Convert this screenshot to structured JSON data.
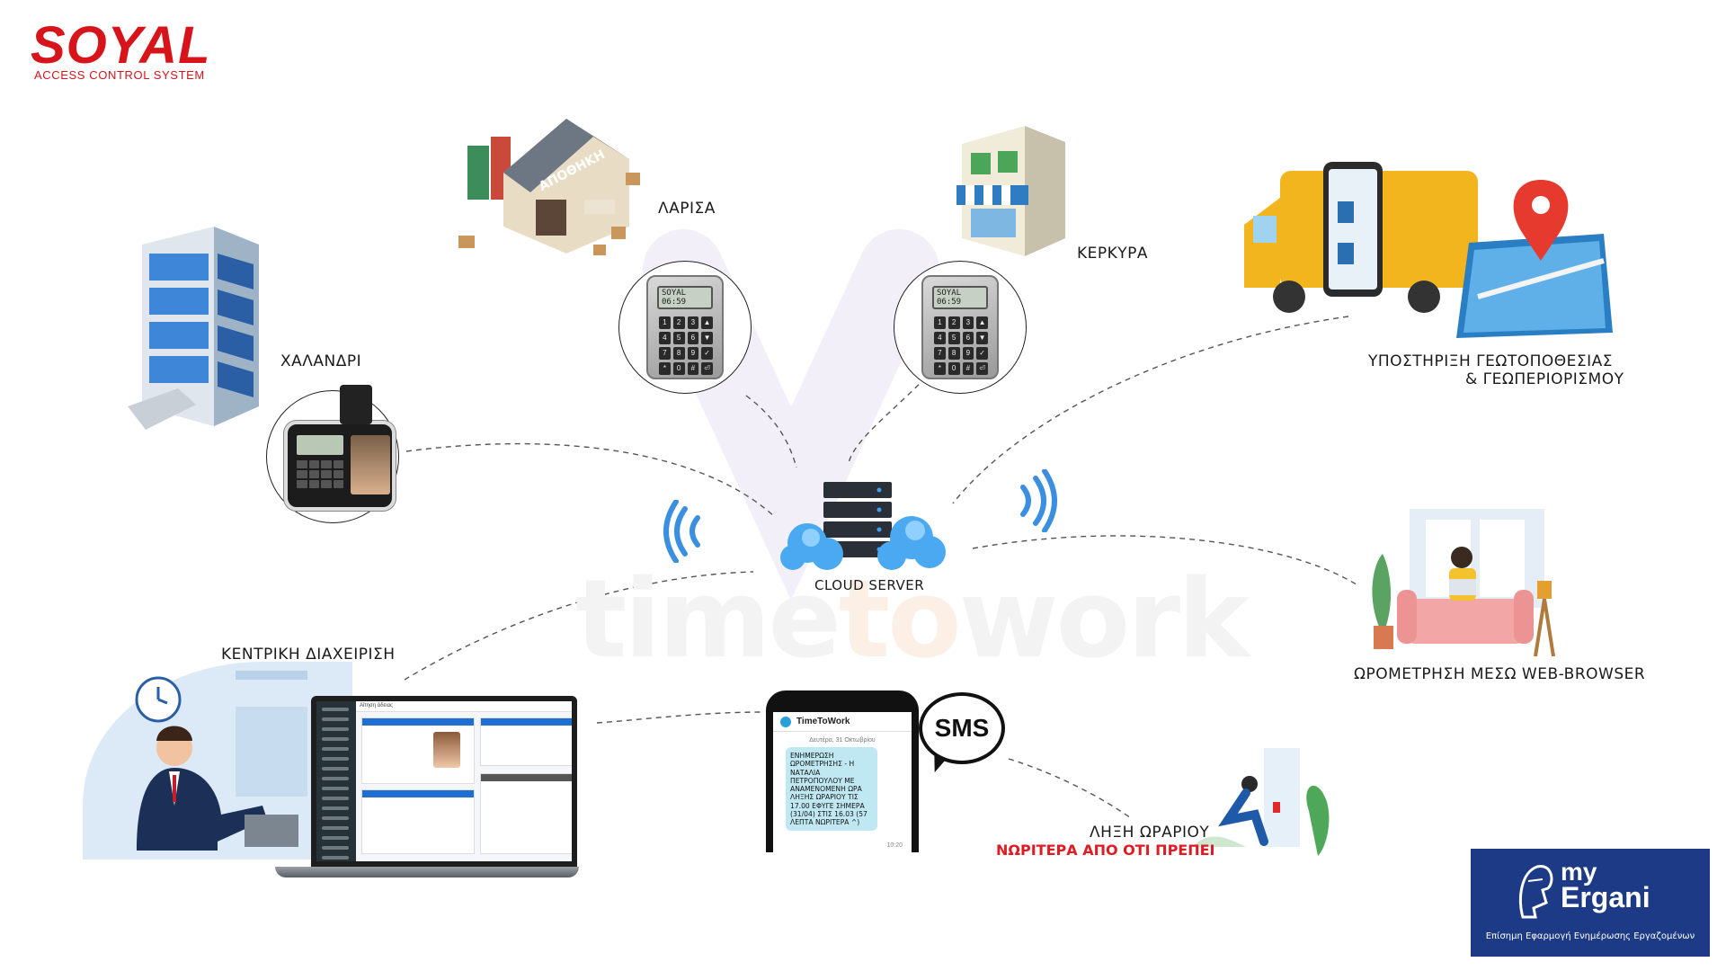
{
  "logo": {
    "name": "SOYAL",
    "subtitle": "ACCESS CONTROL SYSTEM"
  },
  "watermark": {
    "part1": "time",
    "part2": "to",
    "part3": "work"
  },
  "center": {
    "label": "CLOUD SERVER"
  },
  "nodes": {
    "halandri": "ΧΑΛΑΝΔΡΙ",
    "larisa": "ΛΑΡΙΣΑ",
    "kerkyra": "ΚΕΡΚΥΡΑ",
    "geo_line1": "ΥΠΟΣΤΗΡΙΞΗ ΓΕΩΤΟΠΟΘΕΣΙΑΣ",
    "geo_line2": "& ΓΕΩΠΕΡΙΟΡΙΣΜΟΥ",
    "web": "ΩΡΟΜΕΤΡΗΣΗ ΜΕΣΩ WEB-BROWSER",
    "central": "ΚΕΝΤΡΙΚΗ ΔΙΑΧΕΙΡΙΣΗ",
    "end_line1": "ΛΗΞΗ ΩΡΑΡΙΟΥ",
    "end_line2": "ΝΩΡΙΤΕΡΑ ΑΠΟ ΟΤΙ ΠΡΕΠΕΙ"
  },
  "warehouse_sign": "ΑΠΟΘΗΚΗ",
  "reader": {
    "screen_line1": "SOYAL",
    "screen_line2": "06:59"
  },
  "phone": {
    "contact": "TimeToWork",
    "date": "Δευτέρα, 31 Οκτωβρίου",
    "message": "ΕΝΗΜΕΡΩΣΗ ΩΡΟΜΕΤΡΗΣΗΣ - Η ΝΑΤΑΛΙΑ ΠΕΤΡΟΠΟΥΛΟΥ ΜΕ ΑΝΑΜΕΝΟΜΕΝΗ ΩΡΑ ΛΗΞΗΣ ΩΡΑΡΙΟΥ ΤΙΣ 17.00 ΕΦΥΓΕ ΣΗΜΕΡΑ (31/04) ΣΤΙΣ 16.03 (57 ΛΕΠΤΑ ΝΩΡΙΤΕΡΑ ^)",
    "time": "10:20"
  },
  "sms": "SMS",
  "laptop": {
    "header": "Αίτηση άδειας"
  },
  "ergani": {
    "line1": "my",
    "line2": "Ergani",
    "subtitle": "Επίσημη Εφαρμογή Ενημέρωσης Εργαζομένων"
  },
  "colors": {
    "brand_red": "#d7141a",
    "wifi_blue": "#3b8fe0",
    "ergani_blue": "#1d3a86",
    "alert_red": "#e01b24"
  }
}
